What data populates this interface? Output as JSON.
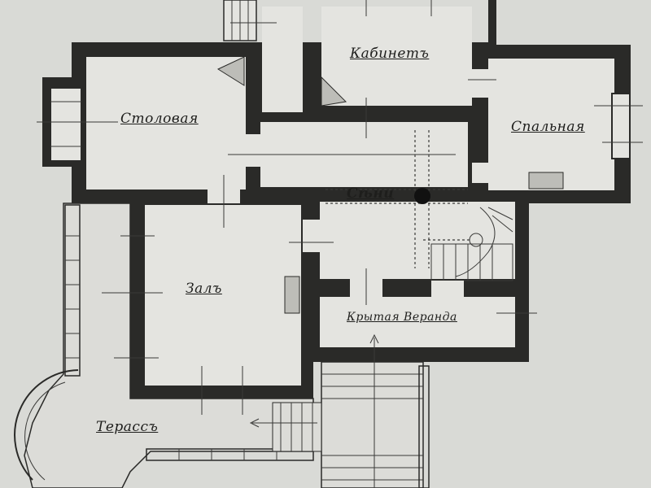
{
  "plan": {
    "rooms": {
      "dining": "Столовая",
      "study": "Кабинетъ",
      "bedroom": "Спальная",
      "hall": "Сѣни",
      "salon": "Залъ",
      "veranda": "Крытая Веранда",
      "terrace": "Терассъ"
    }
  },
  "colors": {
    "paper": "#d9dad6",
    "ink": "#2a2a28",
    "floor": "#e4e4e0"
  }
}
